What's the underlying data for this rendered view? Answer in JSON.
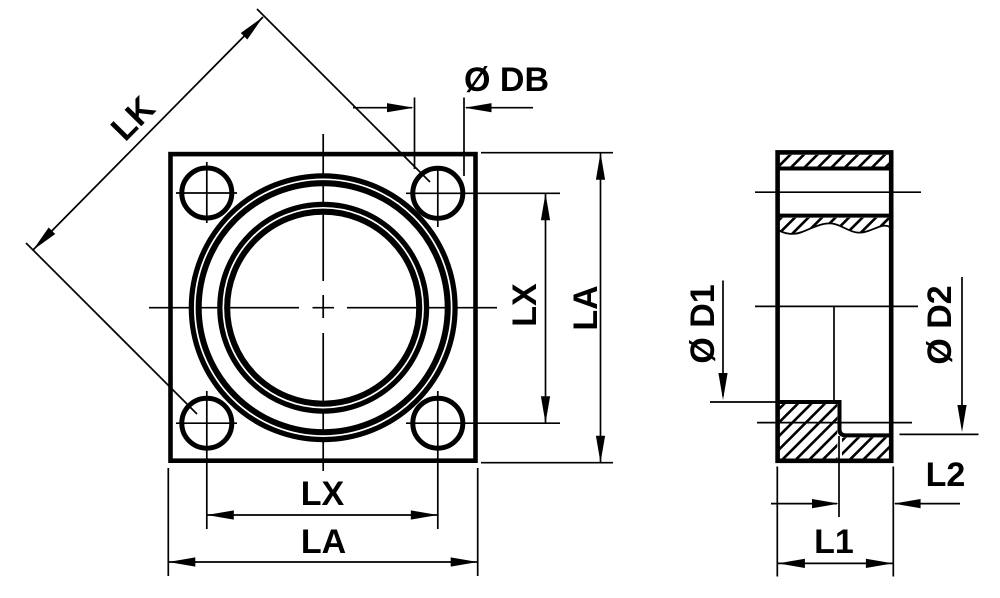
{
  "drawing": {
    "background": "#ffffff",
    "line_color": "#000000",
    "labels": {
      "lk": "LK",
      "db": "Ø DB",
      "lx": "LX",
      "la": "LA",
      "d1": "Ø D1",
      "d2": "Ø D2",
      "l1": "L1",
      "l2": "L2"
    },
    "views": {
      "front": {
        "dimension_labels": [
          "LK",
          "Ø DB",
          "LX",
          "LA",
          "LX",
          "LA"
        ]
      },
      "side": {
        "dimension_labels": [
          "Ø D1",
          "Ø D2",
          "L2",
          "L1"
        ]
      }
    }
  }
}
